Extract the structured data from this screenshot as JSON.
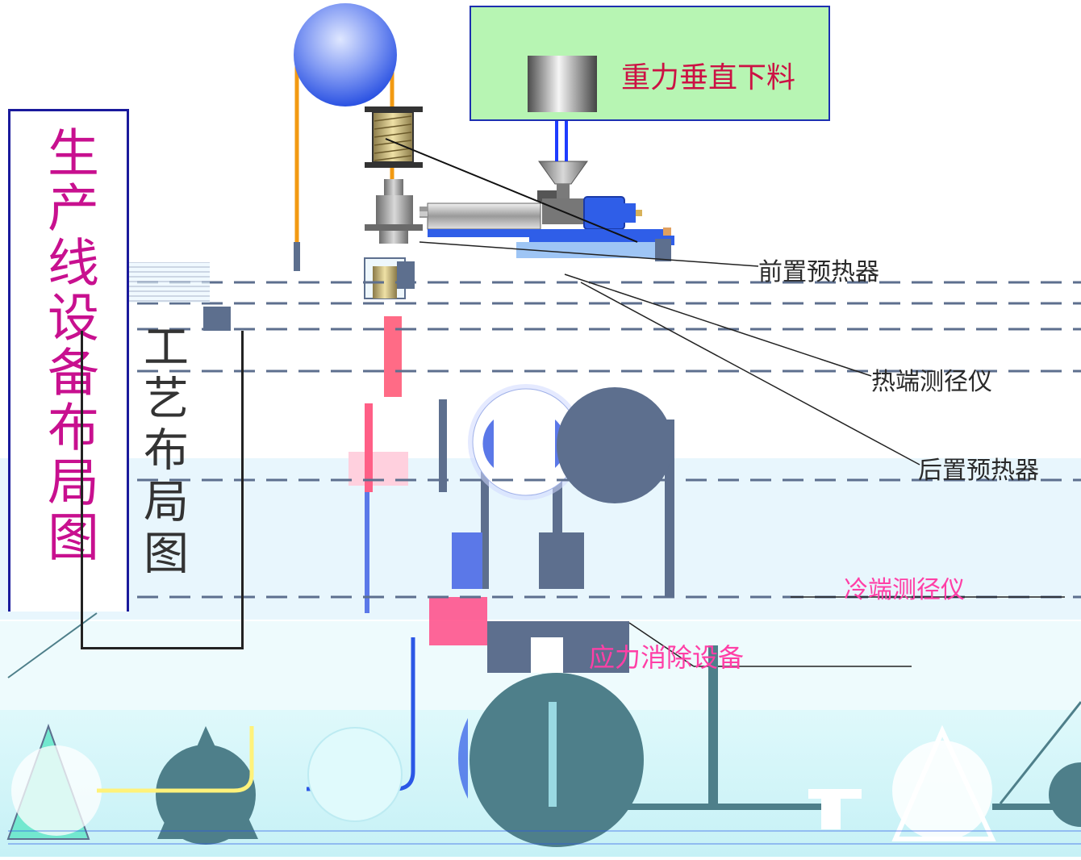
{
  "title_vertical_1": "生产线设备布局图",
  "title_vertical_2": "工艺布局图",
  "labels": {
    "gravity_feed": "重力垂直下料",
    "front_preheater": "前置预热器",
    "hot_gauge": "热端测径仪",
    "rear_preheater": "后置预热器",
    "cold_gauge": "冷端测径仪",
    "stress_relief": "应力消除设备"
  },
  "colors": {
    "label_red": "#cc1144",
    "label_pink": "#ff3fa6",
    "title_magenta": "#c8108f",
    "box_border": "#1a1a9c",
    "feed_box_bg": "#b7f5b3",
    "cable_orange": "#f29a12",
    "cable_blue": "#2b57e6",
    "machine_blue": "#2f5ee8",
    "slate": "#5d6f8e",
    "teal": "#4e7f8a"
  }
}
